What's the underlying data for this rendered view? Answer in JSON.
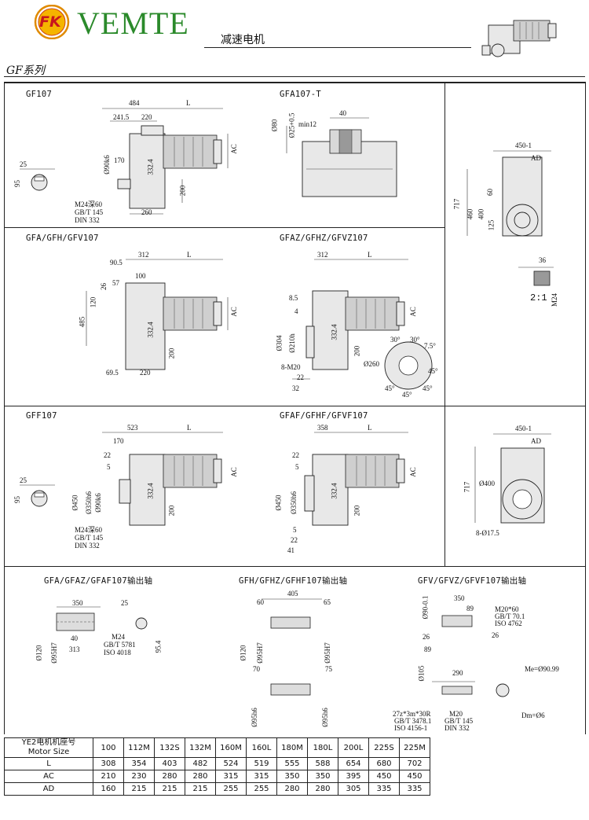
{
  "header": {
    "logo_text": "FK",
    "brand": "VEMTE",
    "subtitle": "减速电机",
    "series": "GF系列"
  },
  "panels": {
    "gf107": {
      "title": "GF107",
      "dims": [
        "484",
        "L",
        "241.5",
        "220",
        "AC",
        "Ø90k6",
        "170",
        "332.4",
        "200",
        "260",
        "25",
        "95"
      ],
      "notes": [
        "M24深60",
        "GB/T 145",
        "DIN 332"
      ]
    },
    "gfa107t": {
      "title": "GFA107-T",
      "dims": [
        "40",
        "min12",
        "Ø80",
        "Ø25+0.5"
      ]
    },
    "right_top": {
      "dims": [
        "450-1",
        "AD",
        "717",
        "460",
        "400",
        "60",
        "125",
        "36",
        "M24"
      ],
      "ratio": "2:1"
    },
    "gfa": {
      "title": "GFA/GFH/GFV107",
      "dims": [
        "312",
        "L",
        "90.5",
        "26",
        "100",
        "57",
        "120",
        "485",
        "AC",
        "332.4",
        "200",
        "69.5",
        "220"
      ]
    },
    "gfaz": {
      "title": "GFAZ/GFHZ/GFVZ107",
      "dims": [
        "312",
        "L",
        "8.5",
        "4",
        "Ø304",
        "Ø210h",
        "332.4",
        "AC",
        "200",
        "8-M20",
        "22",
        "32",
        "Ø260",
        "30°",
        "30°",
        "7.5°",
        "45°",
        "45°",
        "45°",
        "45°"
      ]
    },
    "gff": {
      "title": "GFF107",
      "dims": [
        "523",
        "L",
        "170",
        "22",
        "5",
        "Ø450",
        "Ø350h6",
        "Ø90k6",
        "332.4",
        "AC",
        "200",
        "25",
        "95"
      ],
      "notes": [
        "M24深60",
        "GB/T 145",
        "DIN 332"
      ]
    },
    "gfaf": {
      "title": "GFAF/GFHF/GFVF107",
      "dims": [
        "358",
        "L",
        "22",
        "5",
        "Ø450",
        "Ø350h6",
        "332.4",
        "AC",
        "200",
        "5",
        "22",
        "41"
      ]
    },
    "right_mid": {
      "dims": [
        "450-1",
        "AD",
        "717",
        "Ø400",
        "8-Ø17.5"
      ]
    },
    "shaft_a": {
      "title": "GFA/GFAZ/GFAF107输出轴",
      "dims": [
        "350",
        "25",
        "40",
        "Ø120",
        "Ø95H7",
        "313",
        "95.4"
      ],
      "notes": [
        "M24",
        "GB/T 5781",
        "ISO 4018"
      ]
    },
    "shaft_h": {
      "title": "GFH/GFHZ/GFHF107输出轴",
      "dims": [
        "405",
        "60",
        "65",
        "Ø120",
        "Ø95H7",
        "Ø95H7",
        "70",
        "75",
        "Ø95h6",
        "Ø95h6"
      ]
    },
    "shaft_v": {
      "title": "GFV/GFVZ/GFVF107输出轴",
      "dims": [
        "350",
        "89",
        "Ø90-0.1",
        "26",
        "26",
        "89",
        "Ø105",
        "290"
      ],
      "notes": [
        "M20*60",
        "GB/T 70.1",
        "ISO 4762",
        "27z*3m*30R",
        "GB/T 3478.1",
        "ISO 4156-1",
        "M20",
        "GB/T 145",
        "DIN 332",
        "Me=Ø90.99",
        "Dm=Ø6"
      ]
    }
  },
  "table": {
    "header_cn": "YE2电机机座号",
    "header_en": "Motor Size",
    "sizes": [
      "100",
      "112M",
      "132S",
      "132M",
      "160M",
      "160L",
      "180M",
      "180L",
      "200L",
      "225S",
      "225M"
    ],
    "rows": [
      {
        "name": "L",
        "values": [
          "308",
          "354",
          "403",
          "482",
          "524",
          "519",
          "555",
          "588",
          "654",
          "680",
          "702"
        ]
      },
      {
        "name": "AC",
        "values": [
          "210",
          "230",
          "280",
          "280",
          "315",
          "315",
          "350",
          "350",
          "395",
          "450",
          "450"
        ]
      },
      {
        "name": "AD",
        "values": [
          "160",
          "215",
          "215",
          "215",
          "255",
          "255",
          "280",
          "280",
          "305",
          "335",
          "335"
        ]
      }
    ]
  }
}
